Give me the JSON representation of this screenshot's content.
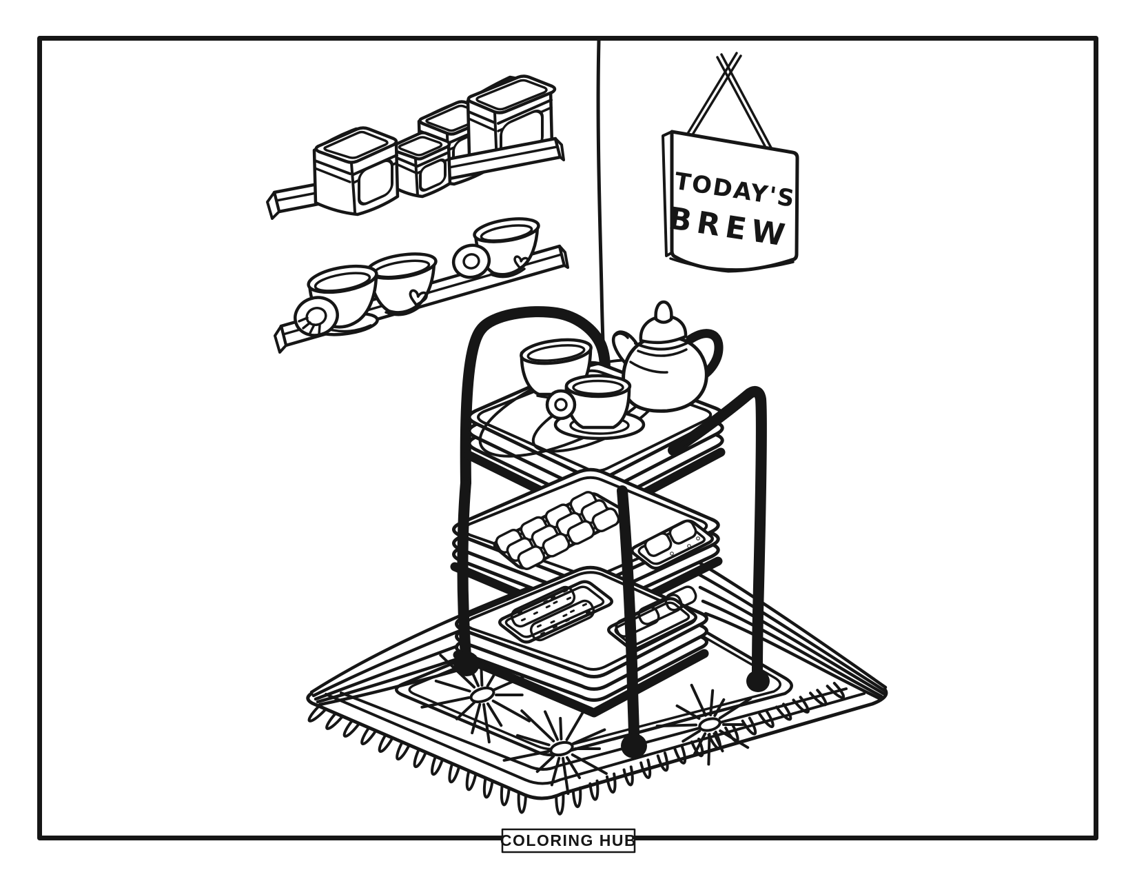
{
  "palette": {
    "ink": "#161616",
    "paper": "#ffffff"
  },
  "sign": {
    "line1": "TODAY'S",
    "line2": "BREW"
  },
  "footer": {
    "label": "COLORING HUB"
  },
  "scene": {
    "items": [
      "canister-shelf",
      "teacup-shelf",
      "hanging-sign",
      "wall-corner-line",
      "tea-cart",
      "teapot",
      "teacups",
      "biscuit-trays",
      "pastry-trays",
      "fringed-rug",
      "cart-wheels"
    ]
  }
}
